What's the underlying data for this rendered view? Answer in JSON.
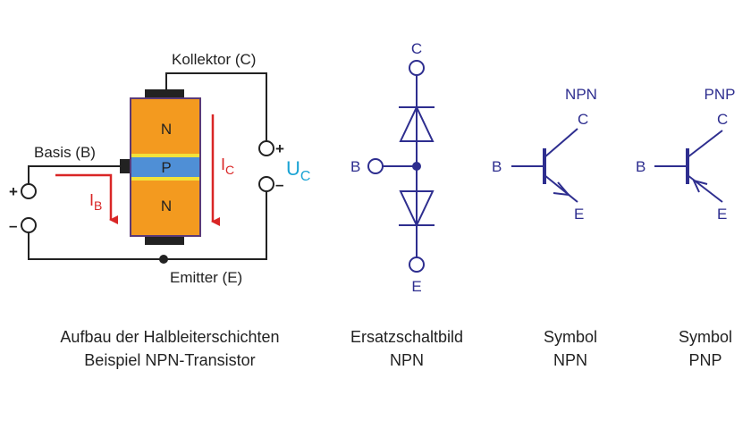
{
  "structure": {
    "collector_label": "Kollektor (C)",
    "base_label": "Basis (B)",
    "emitter_label": "Emitter (E)",
    "layer_top": "N",
    "layer_mid": "P",
    "layer_bottom": "N",
    "ic_main": "I",
    "ic_sub": "C",
    "ib_main": "I",
    "ib_sub": "B",
    "uc_main": "U",
    "uc_sub": "C",
    "plus": "+",
    "minus": "–"
  },
  "equivalent": {
    "c_label": "C",
    "b_label": "B",
    "e_label": "E"
  },
  "npn_symbol": {
    "title": "NPN",
    "c_label": "C",
    "b_label": "B",
    "e_label": "E"
  },
  "pnp_symbol": {
    "title": "PNP",
    "c_label": "C",
    "b_label": "B",
    "e_label": "E"
  },
  "captions": {
    "structure_line1": "Aufbau der Halbleiterschichten",
    "structure_line2": "Beispiel NPN-Transistor",
    "equivalent_line1": "Ersatzschaltbild",
    "equivalent_line2": "NPN",
    "npn_line1": "Symbol",
    "npn_line2": "NPN",
    "pnp_line1": "Symbol",
    "pnp_line2": "PNP"
  },
  "colors": {
    "n_layer": "#f39a1f",
    "p_layer": "#4f8fd6",
    "junction": "#f2e23a",
    "wire": "#222222",
    "symbol": "#2e2e8f",
    "current": "#d92626",
    "voltage": "#1aa3d4"
  }
}
